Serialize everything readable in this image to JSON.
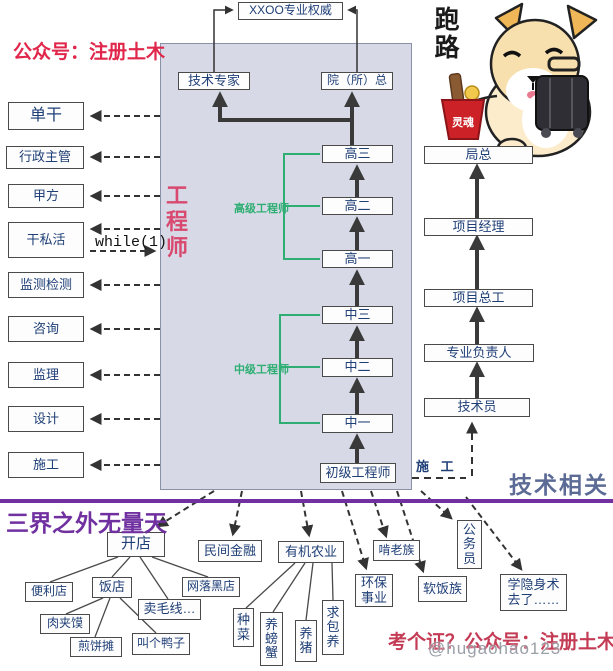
{
  "top": {
    "authority": "XXOO专业权威",
    "wechat": "公众号：注册土木",
    "run_away": "跑路",
    "bucket": "灵魂"
  },
  "panel": {
    "expert": "技术专家",
    "dean": "院（所）总",
    "engineer_vertical": "工程师",
    "senior_bracket": "高级工程师",
    "middle_bracket": "中级工程师",
    "grades": [
      "高三",
      "高二",
      "高一",
      "中三",
      "中二",
      "中一"
    ],
    "junior": "初级工程师"
  },
  "left": {
    "items": [
      "单干",
      "行政主管",
      "甲方",
      "干私活",
      "监测检测",
      "咨询",
      "监理",
      "设计",
      "施工"
    ],
    "while_label": "while(1)"
  },
  "right": {
    "items": [
      "局总",
      "项目经理",
      "项目总工",
      "专业负责人",
      "技术员"
    ],
    "construction_label": "施 工",
    "tech_related": "技术相关"
  },
  "bottom": {
    "outside_title": "三界之外无量天",
    "open_shop": "开店",
    "folk_finance": "民间金融",
    "organic_farm": "有机农业",
    "gnaw_old": "啃老族",
    "civil_servant": "公务员",
    "env_career": "环保事业",
    "soft_rice": "软饭族",
    "invisibility": "学隐身术去了……",
    "shop_children": [
      "便利店",
      "饭店",
      "网落黑店",
      "卖毛线…",
      "肉夹馍",
      "煎饼摊",
      "叫个鸭子"
    ],
    "farm_children": [
      "种菜",
      "养螃蟹",
      "养猪",
      "求包养"
    ],
    "exam_text": "考个证？公众号：注册土木",
    "watermark": "@hugaohao123"
  },
  "colors": {
    "panel_bg": "#d7dae6",
    "purple": "#7030a0",
    "red": "#e0274b",
    "green": "#2fae73",
    "navy": "#1f3f77"
  }
}
